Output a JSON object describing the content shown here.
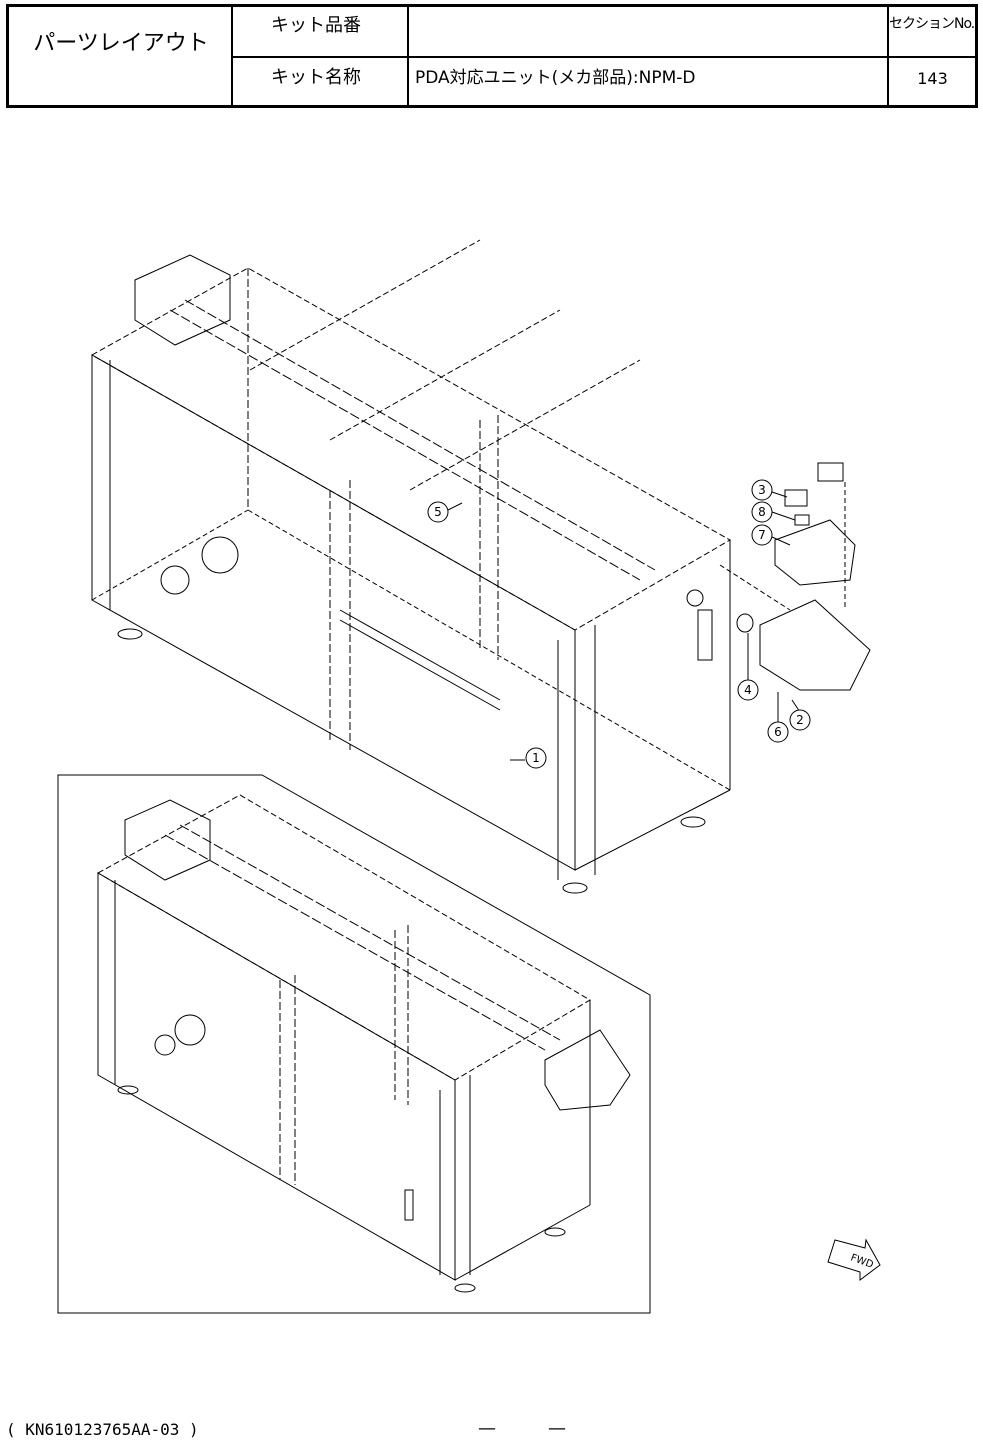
{
  "header": {
    "title": "パーツレイアウト",
    "kit_number_label": "キット品番",
    "kit_number_value": "",
    "kit_name_label": "キット名称",
    "kit_name_value": "PDA対応ユニット(メカ部品):NPM-D",
    "section_label": "セクションNo.",
    "section_value": "143"
  },
  "callouts": [
    "1",
    "2",
    "3",
    "4",
    "5",
    "6",
    "7",
    "8"
  ],
  "fwd_label": "FWD",
  "footer": {
    "doc_code": "( KN610123765AA-03 )",
    "dash_left": "—",
    "dash_right": "—"
  }
}
